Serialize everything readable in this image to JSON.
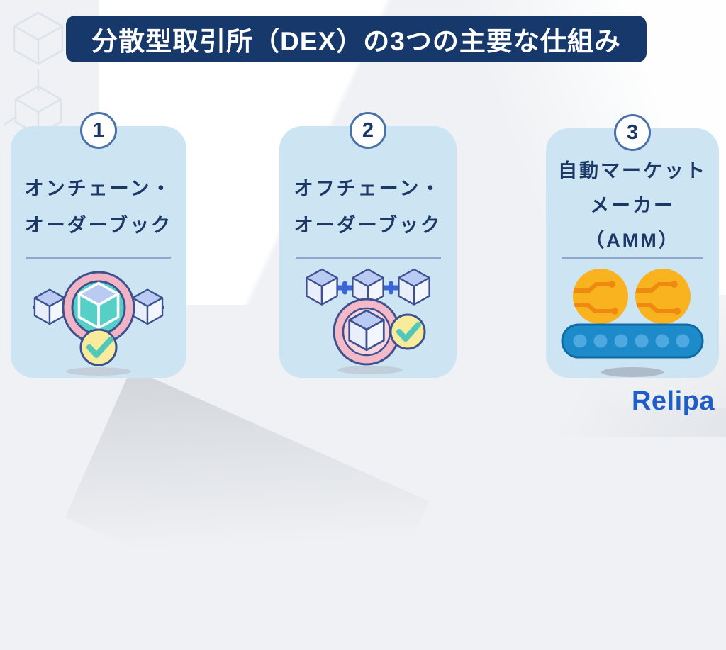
{
  "title": "分散型取引所（DEX）の3つの主要な仕組み",
  "cards": [
    {
      "number": "1",
      "title_lines": [
        "オンチェーン・",
        "オーダーブック"
      ],
      "icon": "onchain-orderbook-icon"
    },
    {
      "number": "2",
      "title_lines": [
        "オフチェーン・",
        "オーダーブック"
      ],
      "icon": "offchain-orderbook-icon"
    },
    {
      "number": "3",
      "title_lines": [
        "自動マーケット",
        "メーカー",
        "（AMM）"
      ],
      "icon": "amm-coins-conveyor-icon"
    }
  ],
  "footer": {
    "logo_text": "Relipa"
  },
  "colors": {
    "banner_navy": "#17386b",
    "card_blue": "#cde5f3",
    "text_navy": "#1c3866",
    "badge_border": "#4a70a8",
    "divider": "#8ea6c8",
    "logo_blue": "#1e5ec6",
    "icon_pink": "#f1b4c5",
    "icon_teal": "#56cfc6",
    "icon_yellow": "#f8ec9c",
    "coin_orange": "#f9b31f",
    "belt_blue": "#1d8bca"
  }
}
